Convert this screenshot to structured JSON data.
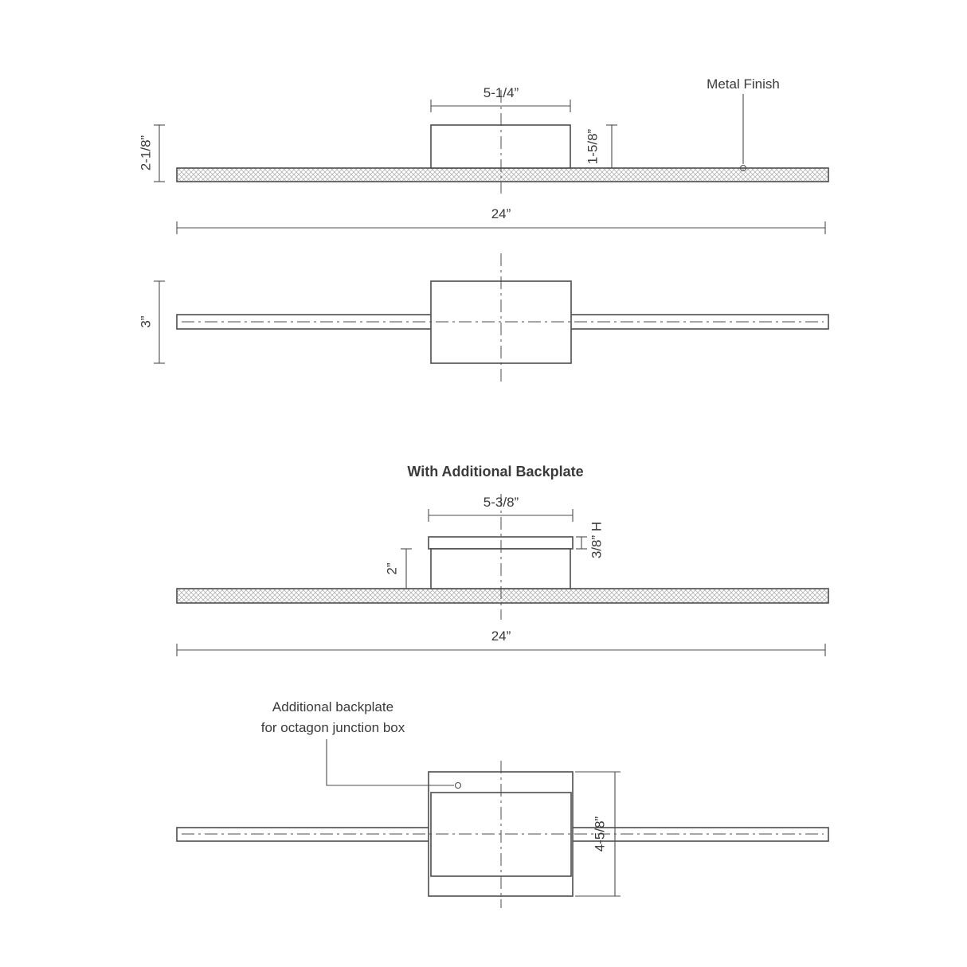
{
  "drawing": {
    "section_title": "With Additional Backplate",
    "standard_side": {
      "box_width": "5-1/4”",
      "finish_label": "Metal Finish",
      "total_height": "2-1/8”",
      "box_height": "1-5/8”",
      "bar_width": "24”"
    },
    "standard_plan": {
      "depth": "3”"
    },
    "backplate_side": {
      "backplate_width": "5-3/8”",
      "backplate_thickness": "3/8” H",
      "box_height": "2”",
      "bar_width": "24”"
    },
    "backplate_plan": {
      "callout_line1": "Additional backplate",
      "callout_line2": "for octagon junction box",
      "depth": "4-5/8”"
    }
  },
  "colors": {
    "line": "#4d4d4d",
    "text": "#3a3a3a",
    "hatch": "#b3b3b3",
    "background": "#ffffff"
  }
}
